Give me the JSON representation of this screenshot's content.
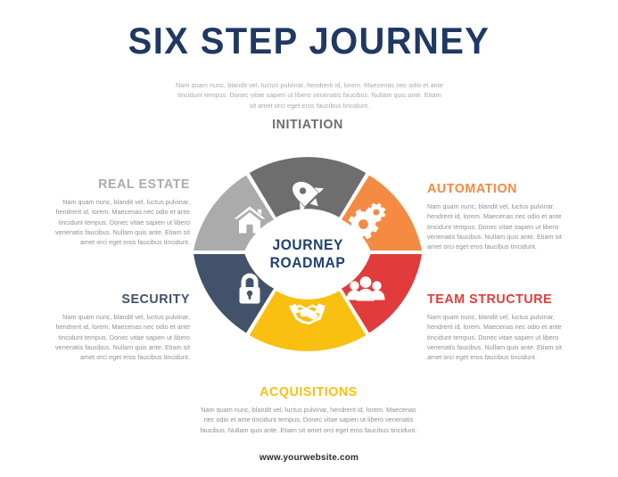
{
  "page": {
    "title": "SIX STEP JOURNEY",
    "subtitle": "Nam quam nunc, blandit vel, luctus pulvinar, hendrerit id, lorem. Maecenas nec odio et ante tincidunt tempus. Donec vitae sapien ut libero venenatis faucibus. Nullam quis ante. Etiam sit amet orci eget eros faucibus tincidunt.",
    "footer": "www.yourwebsite.com",
    "background": "#ffffff",
    "title_color": "#1f3864"
  },
  "hub": {
    "line1": "JOURNEY",
    "line2": "ROADMAP",
    "color": "#20406f",
    "fill": "#ffffff"
  },
  "body_copy": "Nam quam nunc, blandit vel, luctus pulvinar, hendrerit id, lorem. Maecenas nec odio et ante tincidunt tempus. Donec vitae sapien ut libero venenatis faucibus. Nullam quis ante. Etiam sit amet orci eget eros faucibus tincidunt.",
  "chart_data": {
    "type": "pie",
    "title": "SIX STEP JOURNEY",
    "categories": [
      "INITIATION",
      "AUTOMATION",
      "TEAM STRUCTURE",
      "ACQUISITIONS",
      "SECURITY",
      "REAL ESTATE"
    ],
    "values": [
      60,
      60,
      60,
      60,
      60,
      60
    ],
    "unit": "degrees",
    "legend": "inline-labels",
    "donut": true,
    "inner_radius_ratio": 0.4,
    "segments": [
      {
        "label": "INITIATION",
        "color": "#6e6e6e",
        "icon": "rocket-icon",
        "start_angle": -30,
        "end_angle": 30,
        "align": "center",
        "body": "Nam quam nunc, blandit vel, luctus pulvinar, hendrerit id, lorem. Maecenas nec odio et ante tincidunt tempus. Donec vitae sapien ut libero venenatis faucibus. Nullam quis ante. Etiam sit amet orci eget eros faucibus tincidunt."
      },
      {
        "label": "AUTOMATION",
        "color": "#f58a42",
        "icon": "gears-icon",
        "start_angle": 30,
        "end_angle": 90,
        "align": "left",
        "body": "Nam quam nunc, blandit vel, luctus pulvinar, hendrerit id, lorem. Maecenas nec odio et ante tincidunt tempus. Donec vitae sapien ut libero venenatis faucibus. Nullam quis ante. Etiam sit amet orci eget eros faucibus tincidunt."
      },
      {
        "label": "TEAM STRUCTURE",
        "color": "#e23b3b",
        "icon": "people-icon",
        "start_angle": 90,
        "end_angle": 150,
        "align": "left",
        "body": "Nam quam nunc, blandit vel, luctus pulvinar, hendrerit id, lorem. Maecenas nec odio et ante tincidunt tempus. Donec vitae sapien ut libero venenatis faucibus. Nullam quis ante. Etiam sit amet orci eget eros faucibus tincidunt."
      },
      {
        "label": "ACQUISITIONS",
        "color": "#f9c012",
        "icon": "handshake-icon",
        "start_angle": 150,
        "end_angle": 210,
        "align": "center",
        "body": "Nam quam nunc, blandit vel, luctus pulvinar, hendrerit id, lorem. Maecenas nec odio et ante tincidunt tempus. Donec vitae sapien ut libero venenatis faucibus. Nullam quis ante. Etiam sit amet orci eget eros faucibus tincidunt."
      },
      {
        "label": "SECURITY",
        "color": "#42526b",
        "icon": "lock-icon",
        "start_angle": 210,
        "end_angle": 270,
        "align": "right",
        "body": "Nam quam nunc, blandit vel, luctus pulvinar, hendrerit id, lorem. Maecenas nec odio et ante tincidunt tempus. Donec vitae sapien ut libero venenatis faucibus. Nullam quis ante. Etiam sit amet orci eget eros faucibus tincidunt."
      },
      {
        "label": "REAL ESTATE",
        "color": "#ababab",
        "icon": "house-icon",
        "start_angle": 270,
        "end_angle": 330,
        "align": "right",
        "body": "Nam quam nunc, blandit vel, luctus pulvinar, hendrerit id, lorem. Maecenas nec odio et ante tincidunt tempus. Donec vitae sapien ut libero venenatis faucibus. Nullam quis ante. Etiam sit amet orci eget eros faucibus tincidunt."
      }
    ]
  }
}
